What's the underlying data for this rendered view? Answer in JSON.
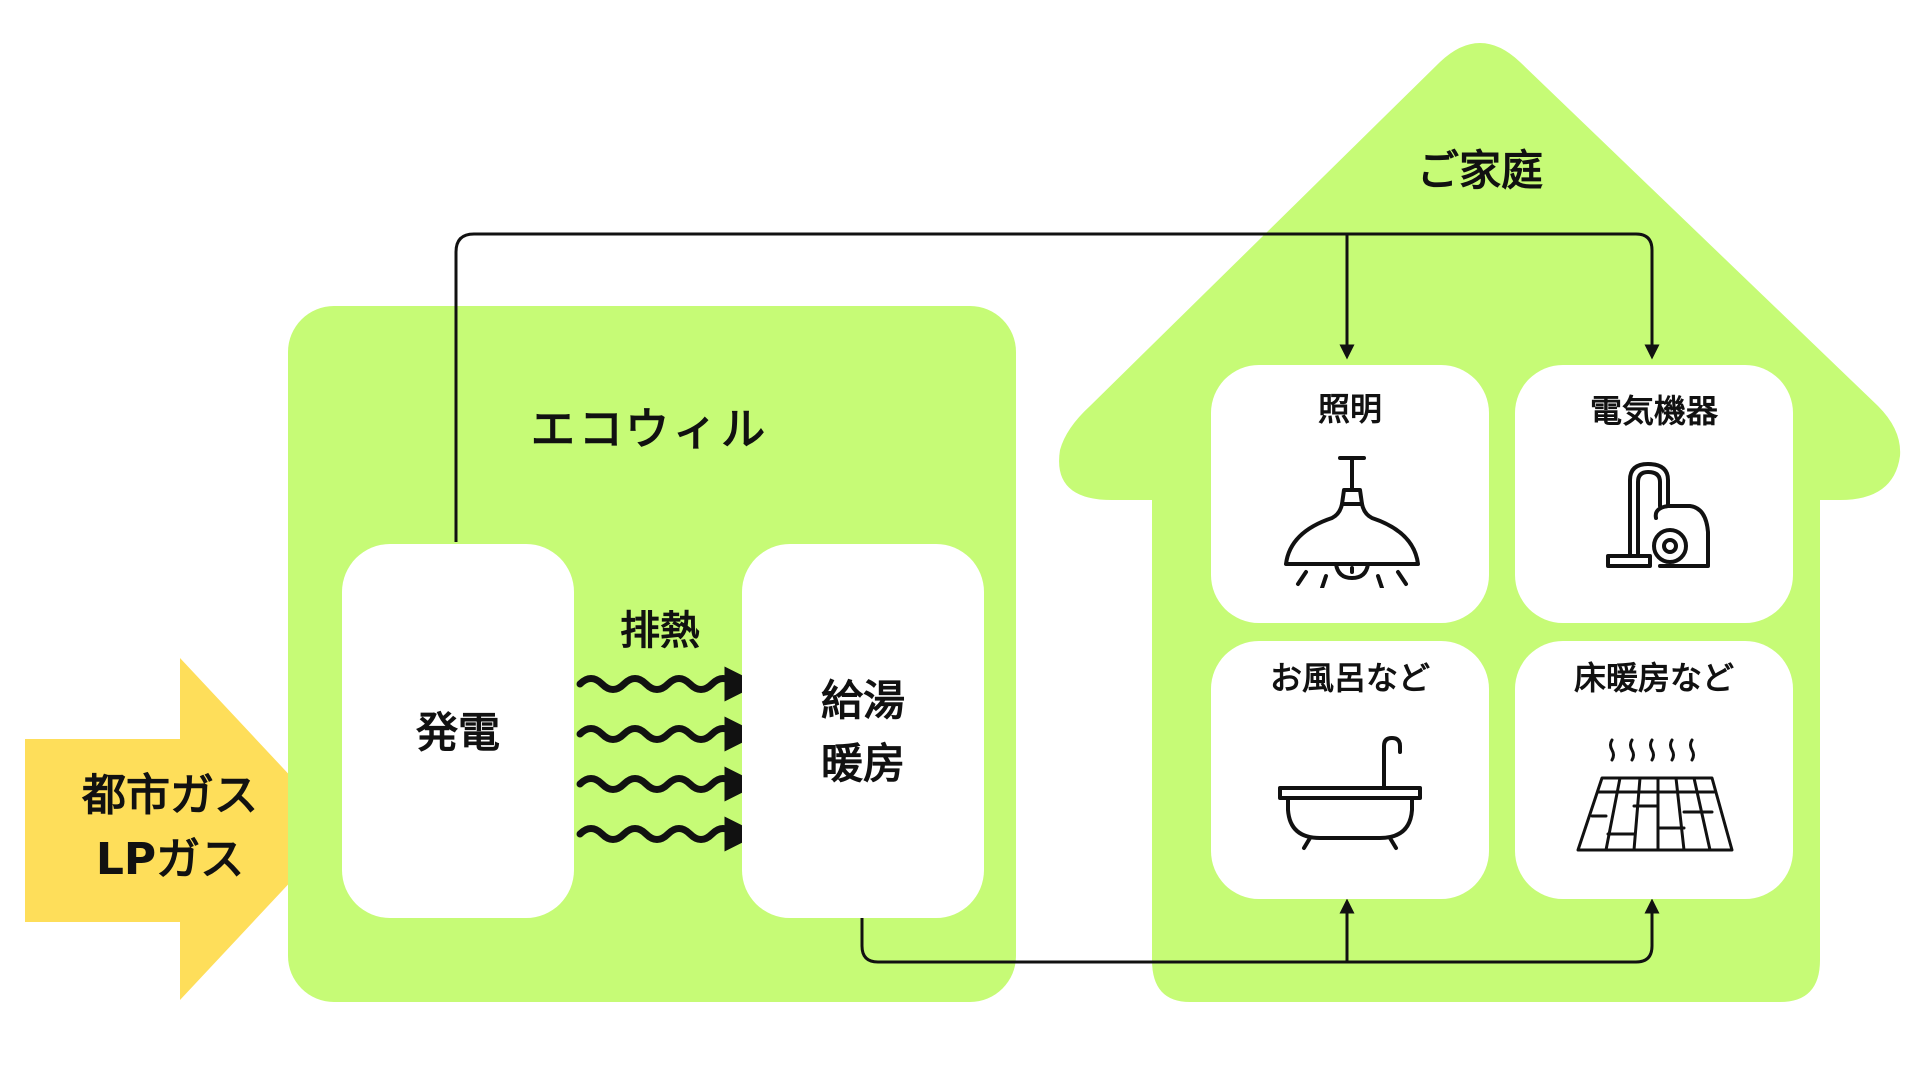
{
  "colors": {
    "green": "#c6fb76",
    "yellow": "#fede5a",
    "white": "#ffffff",
    "ink": "#111111"
  },
  "input": {
    "line1": "都市ガス",
    "line2": "LPガス"
  },
  "ecowill": {
    "title": "エコウィル",
    "generation": "発電",
    "exhaust_heat": "排熱",
    "hot_water_line1": "給湯",
    "hot_water_line2": "暖房"
  },
  "home": {
    "title": "ご家庭",
    "lighting": {
      "label": "照明",
      "icon": "pendant-lamp-icon"
    },
    "appliances": {
      "label": "電気機器",
      "icon": "vacuum-cleaner-icon"
    },
    "bath": {
      "label": "お風呂など",
      "icon": "bathtub-icon"
    },
    "floor_heating": {
      "label": "床暖房など",
      "icon": "floor-heating-icon"
    }
  }
}
